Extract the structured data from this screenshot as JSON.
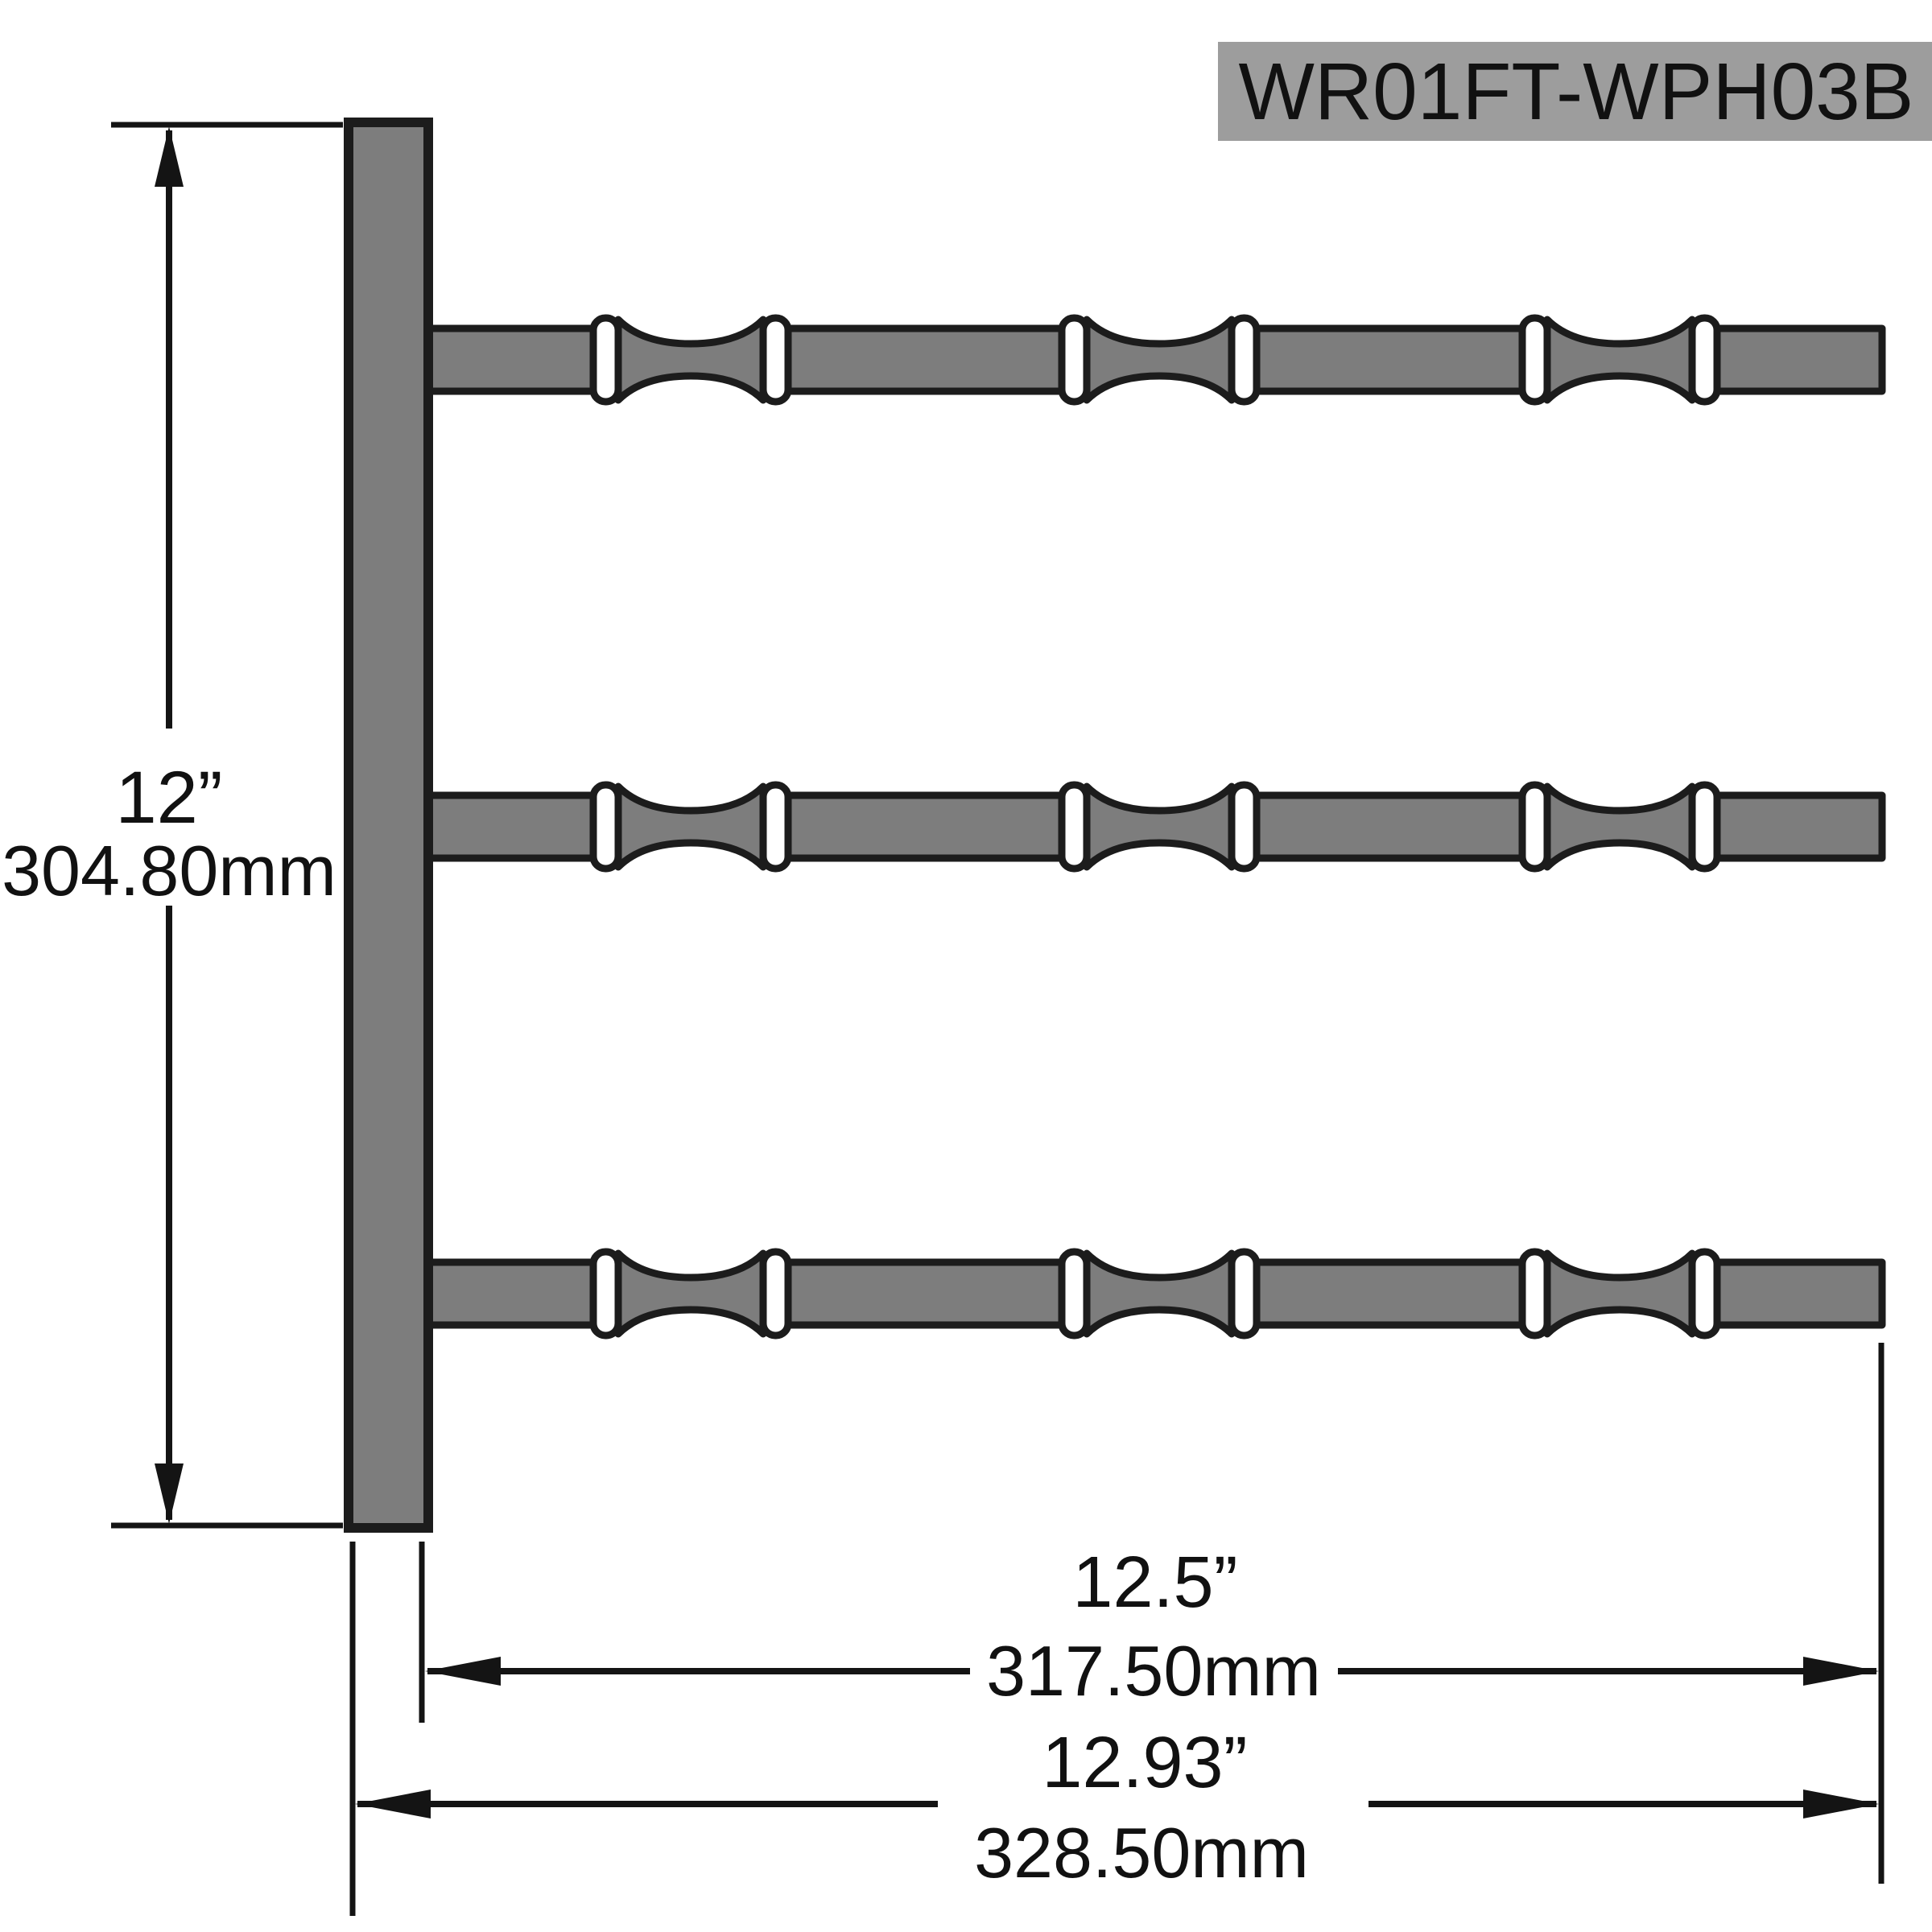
{
  "part_label": "WR01FT-WPH03B",
  "dimensions": {
    "height": {
      "inches": "12”",
      "mm": "304.80mm"
    },
    "rail_length": {
      "inches": "12.5”",
      "mm": "317.50mm"
    },
    "overall_depth": {
      "inches": "12.93”",
      "mm": "328.50mm"
    }
  },
  "colors": {
    "metal_gray": "#7d7d7d",
    "outline": "#1c1c1c",
    "title_bg": "#9d9d9d",
    "title_text": "#ffffff"
  }
}
